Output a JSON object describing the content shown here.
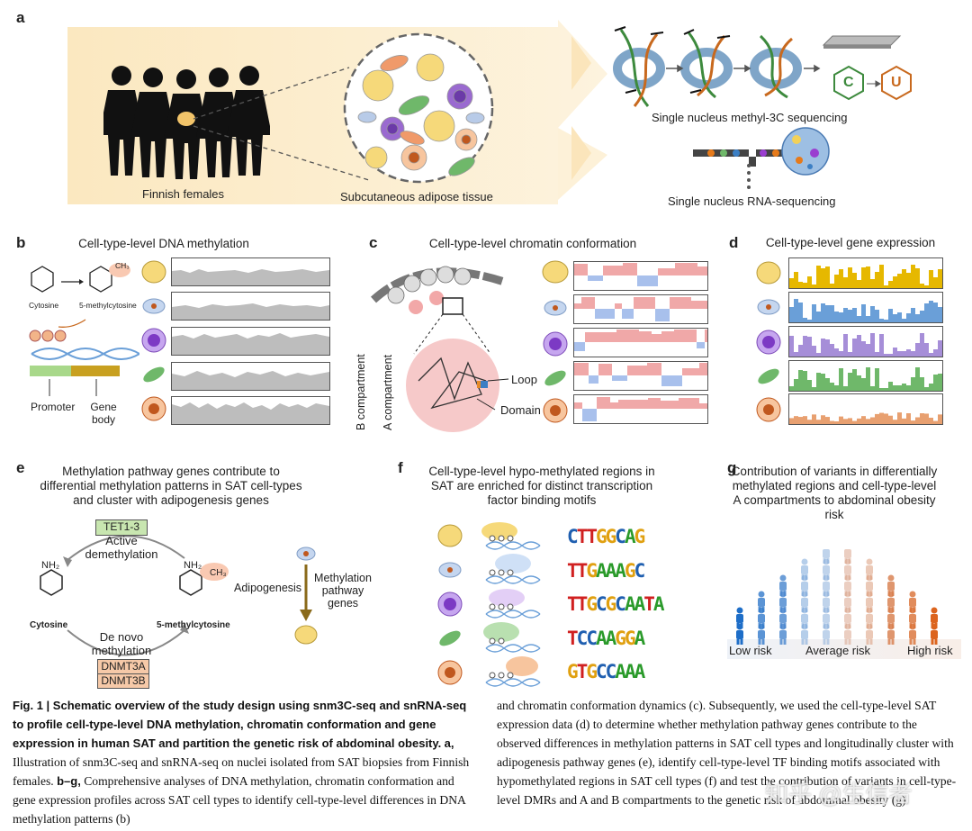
{
  "panel_a": {
    "label": "a",
    "left_caption": "Finnish females",
    "center_caption": "Subcutaneous adipose tissue",
    "methyl3c_caption": "Single nucleus methyl-3C sequencing",
    "rnaseq_caption": "Single nucleus RNA-sequencing",
    "base_c": "C",
    "base_u": "U"
  },
  "panel_b": {
    "label": "b",
    "title": "Cell-type-level DNA methylation",
    "cytosine": "Cytosine",
    "methylcytosine": "5-methylcytosine",
    "promoter": "Promoter",
    "gene_body": "Gene body",
    "ch3": "CH₃"
  },
  "panel_c": {
    "label": "c",
    "title": "Cell-type-level chromatin conformation",
    "b_compartment": "B compartment",
    "a_compartment": "A compartment",
    "loop": "Loop",
    "domain": "Domain"
  },
  "panel_d": {
    "label": "d",
    "title": "Cell-type-level gene expression",
    "colors": [
      "#e6b800",
      "#6a9fd8",
      "#a68ed8",
      "#6fb86a",
      "#e8a070"
    ]
  },
  "panel_e": {
    "label": "e",
    "title": "Methylation pathway genes contribute to differential methylation patterns in SAT cell-types and cluster with adipogenesis genes",
    "tet": "TET1-3",
    "active": "Active demethylation",
    "denovo": "De novo methylation",
    "dnmt3a": "DNMT3A",
    "dnmt3b": "DNMT3B",
    "cytosine": "Cytosine",
    "methylcytosine": "5-methylcytosine",
    "adipogenesis": "Adipogenesis",
    "pathway_genes": "Methylation pathway genes",
    "nh2": "NH₂",
    "ch3": "CH₃"
  },
  "panel_f": {
    "label": "f",
    "title": "Cell-type-level hypo-methylated regions in SAT are enriched for distinct transcription factor binding motifs",
    "motifs": [
      "CTTGGCAG",
      "TTGAAAGC",
      "TTGCGCAATA",
      "TCCAAGGA",
      "GTGCCAAA"
    ]
  },
  "panel_g": {
    "label": "g",
    "title": "Contribution of variants in differentially methylated regions and cell-type-level A compartments to abdominal obesity risk",
    "low": "Low risk",
    "average": "Average risk",
    "high": "High risk"
  },
  "caption": {
    "fig_bold": "Fig. 1 | Schematic overview of the study design using snm3C-seq and snRNA-seq to profile cell-type-level DNA methylation, chromatin conformation and gene expression in human SAT and partition the genetic risk of abdominal obesity.",
    "a_label": "a,",
    "a_text": "Illustration of snm3C-seq and snRNA-seq on nuclei isolated from SAT biopsies from Finnish females.",
    "bg_label": "b–g,",
    "bg_text": "Comprehensive analyses of DNA methylation, chromatin conformation and gene expression profiles across SAT cell types to identify cell-type-level differences in DNA methylation patterns (b)",
    "right_text": "and chromatin conformation dynamics (c). Subsequently, we used the cell-type-level SAT expression data (d) to determine whether methylation pathway genes contribute to the observed differences in methylation patterns in SAT cell types and longitudinally cluster with adipogenesis pathway genes (e), identify cell-type-level TF binding motifs associated with hypomethylated regions in SAT cell types (f) and test the contribution of variants in cell-type-level DMRs and A and B compartments to the genetic risk of abdominal obesity (g)."
  },
  "watermark": "知乎 @生信者"
}
